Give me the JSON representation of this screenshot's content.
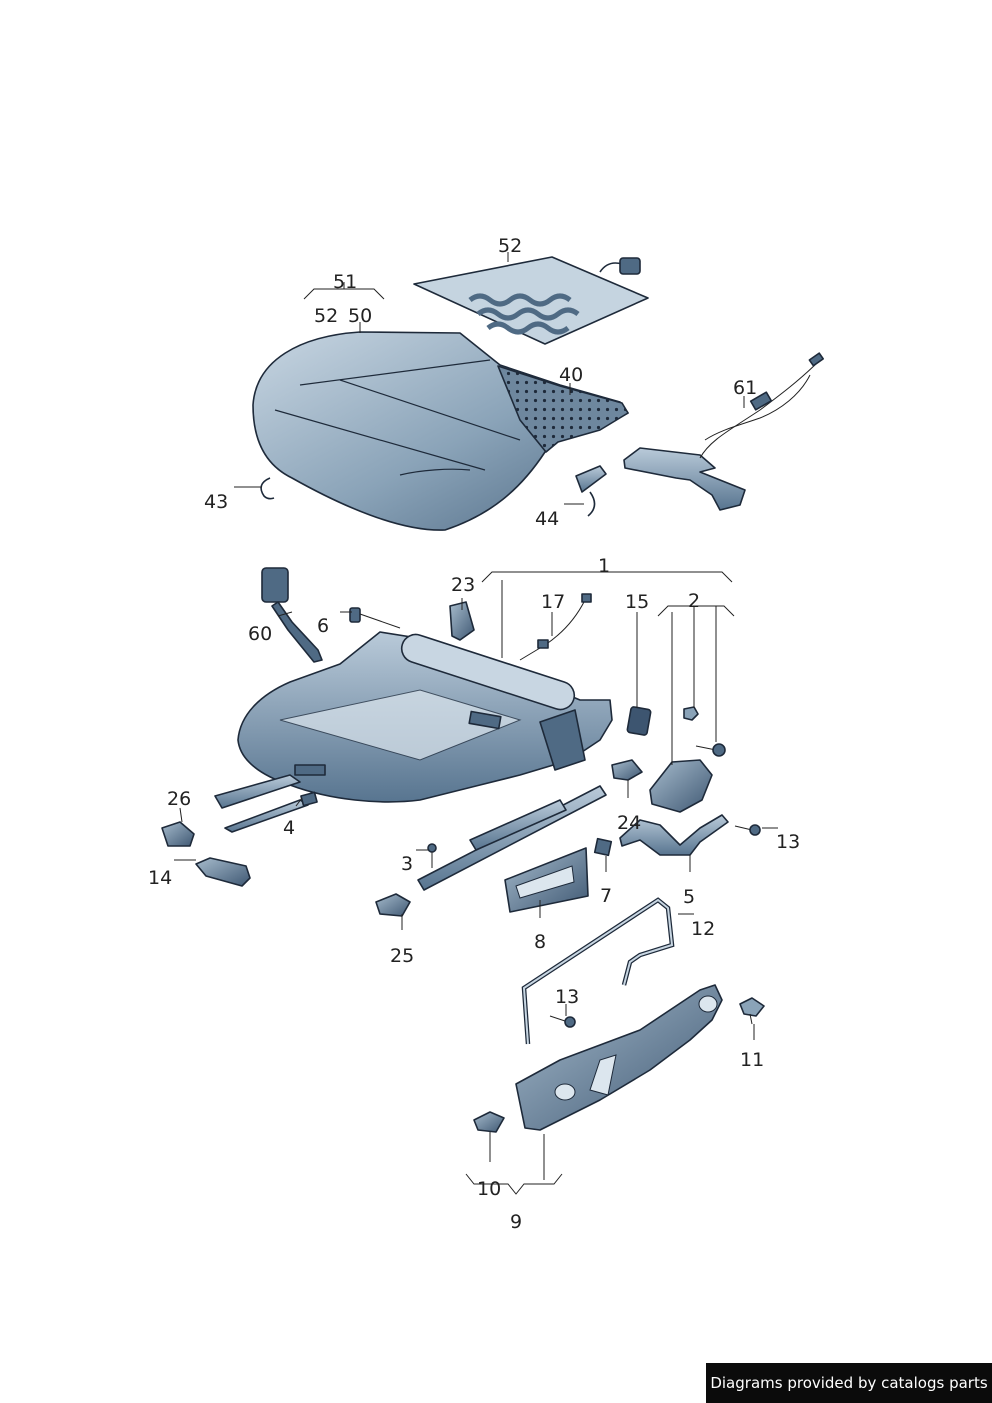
{
  "labels": {
    "l1": "1",
    "l2": "2",
    "l3": "3",
    "l4": "4",
    "l5": "5",
    "l6": "6",
    "l7": "7",
    "l8": "8",
    "l9": "9",
    "l10": "10",
    "l11": "11",
    "l12": "12",
    "l13a": "13",
    "l13b": "13",
    "l14": "14",
    "l15": "15",
    "l17": "17",
    "l23": "23",
    "l24": "24",
    "l25": "25",
    "l26": "26",
    "l40": "40",
    "l43": "43",
    "l44": "44",
    "l50": "50",
    "l51": "51",
    "l52a": "52",
    "l52b": "52",
    "l60": "60",
    "l61": "61"
  },
  "credit": "Diagrams provided by catalogs parts",
  "colors": {
    "part_fill": "#8aa3b8",
    "part_light": "#c8d6e2",
    "part_dark": "#4f6a84",
    "outline": "#1e2a3a",
    "credit_bg": "#0b0b0b"
  }
}
